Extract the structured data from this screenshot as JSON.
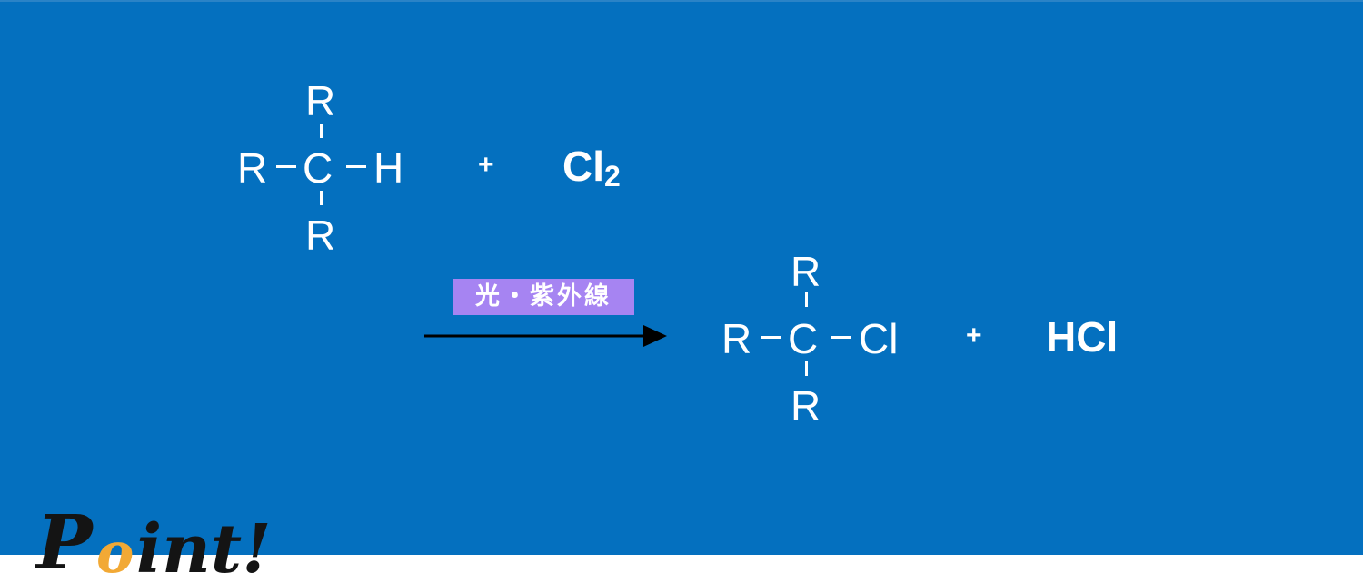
{
  "reactant": {
    "top": "R",
    "left": "R",
    "center": "C",
    "right": "H",
    "bottom": "R"
  },
  "reagent": {
    "plus": "+",
    "element": "Cl",
    "subscript": "2"
  },
  "condition": {
    "label": "光・紫外線"
  },
  "product": {
    "top": "R",
    "left": "R",
    "center": "C",
    "right": "Cl",
    "bottom": "R"
  },
  "byproduct": {
    "plus": "+",
    "formula": "HCl"
  },
  "logo": {
    "text": "Point!"
  },
  "colors": {
    "background": "#0470bf",
    "badge": "#a684f2",
    "arrow": "#000000",
    "text": "#ffffff",
    "logo_accent": "#f2a935"
  }
}
